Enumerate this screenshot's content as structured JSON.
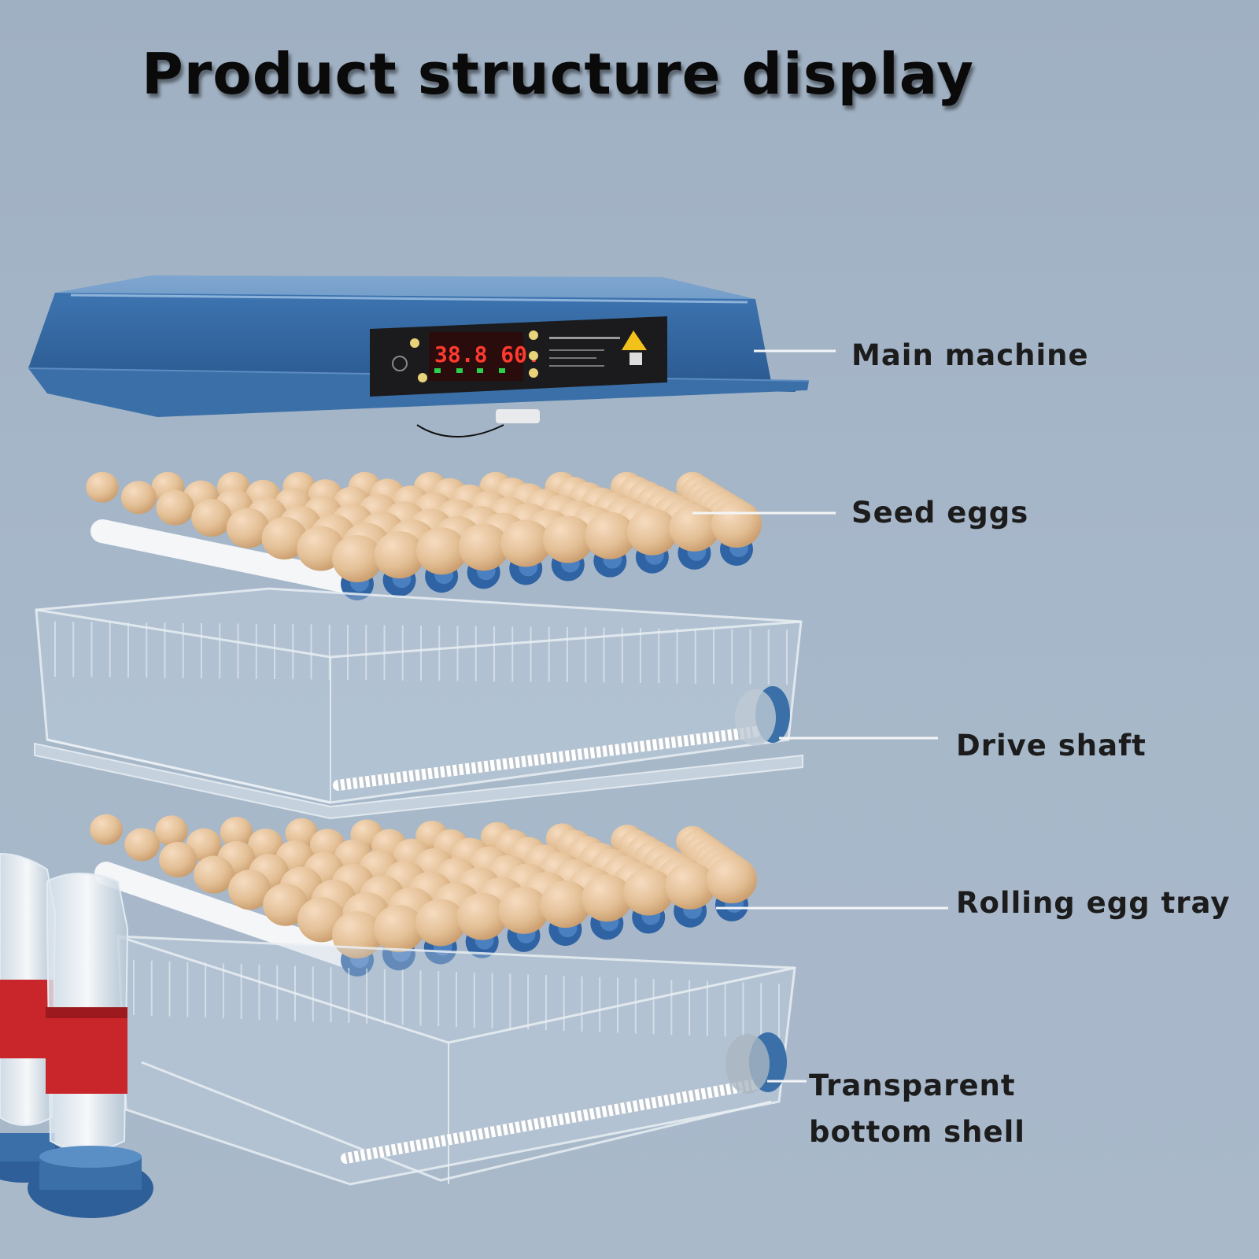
{
  "title": "Product structure display",
  "callouts": {
    "main_machine": "Main machine",
    "seed_eggs": "Seed eggs",
    "drive_shaft": "Drive shaft",
    "rolling_egg_tray": "Rolling egg tray",
    "bottom_shell_line1": "Transparent",
    "bottom_shell_line2": "bottom shell"
  },
  "display": {
    "readout": "38.8 60."
  },
  "colors": {
    "background": "#a3b4c6",
    "machine_blue": "#3a6fa8",
    "roller_cap_blue": "#2f63a3",
    "egg": "#e3bf95",
    "bottle_red": "#c8262a"
  }
}
